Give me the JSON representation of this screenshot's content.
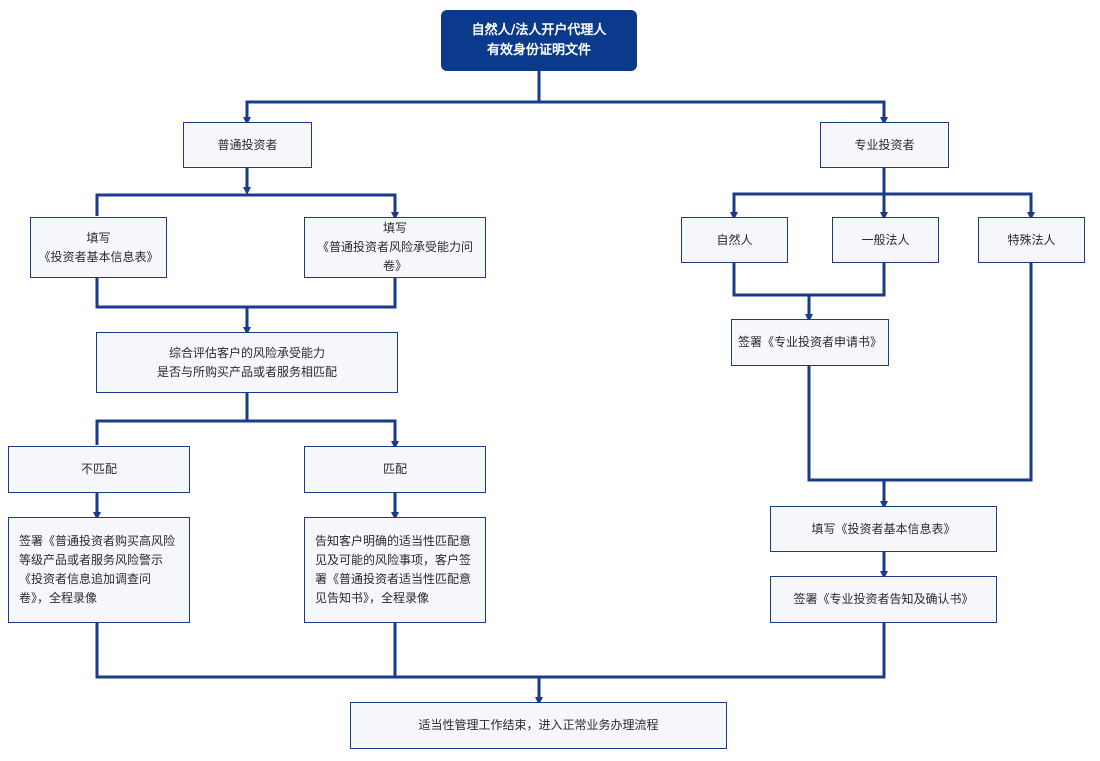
{
  "colors": {
    "node_border": "#1a3a8a",
    "root_fill": "#0b3a8c",
    "node_fill": "#f6f7fb",
    "wire": "#1a3a8a"
  },
  "nodes": {
    "root": "自然人/法人开户代理人\n有效身份证明文件",
    "ordinary": "普通投资者",
    "professional": "专业投资者",
    "fill_basic_info": "填写\n《投资者基本信息表》",
    "fill_risk_survey": "填写\n《普通投资者风险承受能力问卷》",
    "assess": "综合评估客户的风险承受能力\n是否与所购买产品或者服务相匹配",
    "mismatch": "不匹配",
    "match": "匹配",
    "mismatch_action": "签署《普通投资者购买高风险等级产品或者服务风险警示《投资者信息追加调查问卷》，全程录像",
    "match_action": "告知客户明确的适当性匹配意见及可能的风险事项，客户签署《普通投资者适当性匹配意见告知书》，全程录像",
    "natural_person": "自然人",
    "general_legal": "一般法人",
    "special_legal": "特殊法人",
    "sign_application": "签署《专业投资者申请书》",
    "fill_basic_info_pro": "填写《投资者基本信息表》",
    "sign_confirmation": "签署《专业投资者告知及确认书》",
    "end": "适当性管理工作结束，进入正常业务办理流程"
  }
}
